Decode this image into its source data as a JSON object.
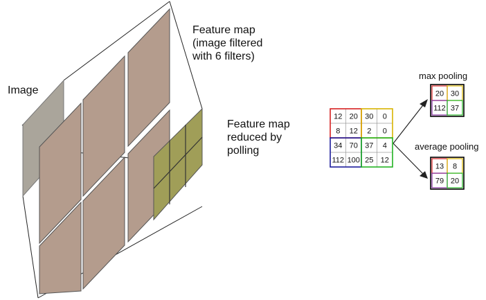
{
  "labels": {
    "image": "Image",
    "feature_map": [
      "Feature map",
      "(image filtered",
      "with 6 filters)"
    ],
    "reduced": [
      "Feature map",
      "reduced by",
      "polling"
    ],
    "max_pooling": "max pooling",
    "average_pooling": "average pooling"
  },
  "input_grid": [
    [
      "12",
      "20",
      "30",
      "0"
    ],
    [
      "8",
      "12",
      "2",
      "0"
    ],
    [
      "34",
      "70",
      "37",
      "4"
    ],
    [
      "112",
      "100",
      "25",
      "12"
    ]
  ],
  "max_pool_grid": [
    [
      "20",
      "30"
    ],
    [
      "112",
      "37"
    ]
  ],
  "avg_pool_grid": [
    [
      "13",
      "8"
    ],
    [
      "79",
      "20"
    ]
  ],
  "colors": {
    "image_panel": "#aaa59b",
    "feature_panel": "#b49c8d",
    "reduced_panel": "#a09e58",
    "quad_top_left": "#d62020",
    "quad_top_right": "#d8b400",
    "quad_bottom_left": "#1b1b9a",
    "quad_bottom_right": "#22b322",
    "pool_outer": "#000000",
    "quad_purple": "#7f2a9a"
  }
}
